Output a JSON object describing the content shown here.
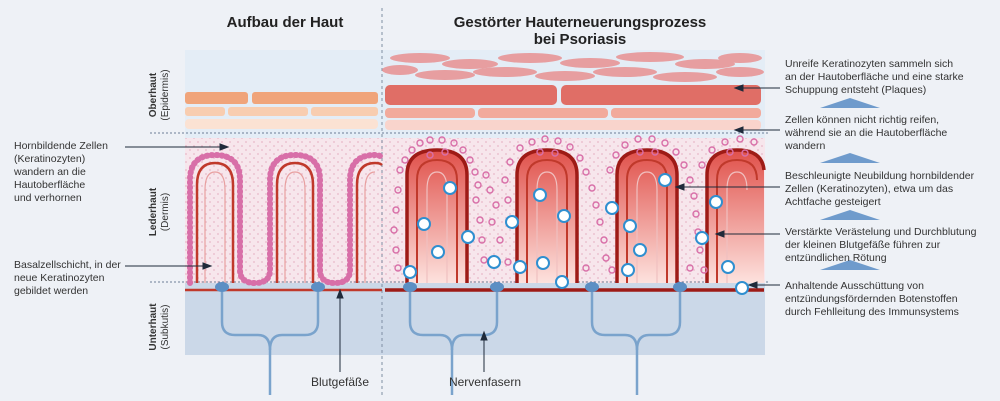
{
  "titles": {
    "left": "Aufbau der Haut",
    "right_line1": "Gestörter Hauterneuerungsprozess",
    "right_line2": "bei Psoriasis"
  },
  "layers": {
    "epidermis_main": "Oberhaut",
    "epidermis_sub": "(Epidermis)",
    "dermis_main": "Lederhaut",
    "dermis_sub": "(Dermis)",
    "subcutis_main": "Unterhaut",
    "subcutis_sub": "(Subkutis)"
  },
  "left_labels": {
    "keratinocytes": [
      "Hornbildende Zellen",
      "(Keratinozyten)",
      "wandern an die",
      "Hautoberfläche",
      "und verhornen"
    ],
    "basal": [
      "Basalzellschicht, in der",
      "neue Keratinozyten",
      "gebildet werden"
    ]
  },
  "bottom_labels": {
    "vessels": "Blutgefäße",
    "nerves": "Nervenfasern"
  },
  "right_labels": [
    [
      "Unreife Keratinozyten sammeln sich",
      "an der Hautoberfläche und eine starke",
      "Schuppung entsteht (Plaques)"
    ],
    [
      "Zellen können nicht richtig reifen,",
      "während sie an die Hautoberfläche",
      "wandern"
    ],
    [
      "Beschleunigte Neubildung hornbildender",
      "Zellen (Keratinozyten), etwa um das",
      "Achtfache gesteigert"
    ],
    [
      "Verstärkte Verästelung und Durchblutung",
      "der kleinen Blutgefäße führen zur",
      "entzündlichen Rötung"
    ],
    [
      "Anhaltende Ausschüttung von",
      "entzündungsfördernden Botenstoffen",
      "durch Fehlleitung des Immunsystems"
    ]
  ],
  "colors": {
    "epidermis_bg": "#e3ecf5",
    "dermis_bg": "#f7e6ec",
    "subcutis_bg": "#c9d6e7",
    "vessel_red": "#c0392b",
    "vessel_dark": "#9e1b16",
    "nerve_blue": "#7aa3cc",
    "cell_pink": "#d86fa8",
    "immune_blue": "#2f8fd0"
  }
}
